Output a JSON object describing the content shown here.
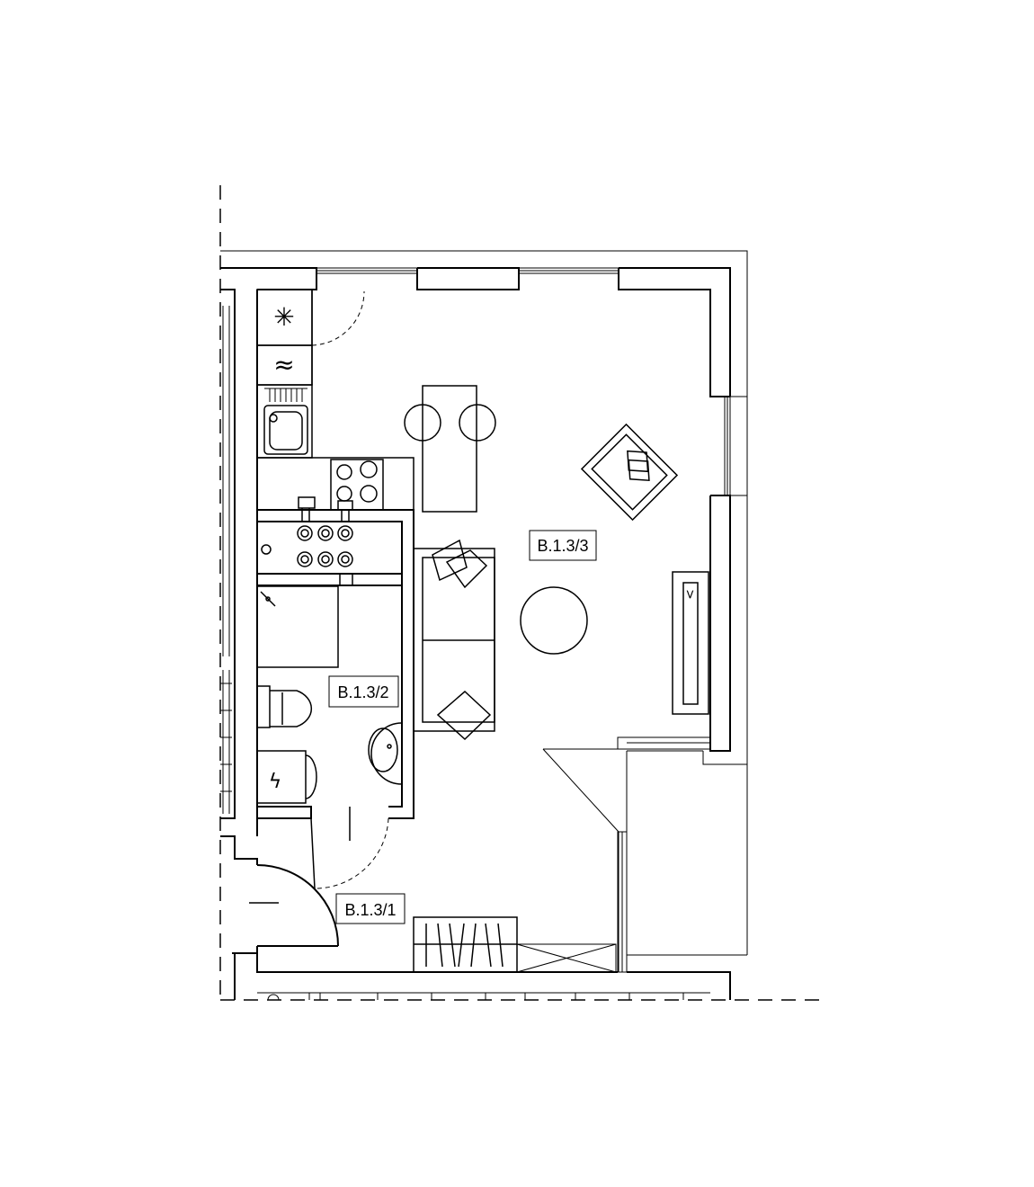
{
  "rooms": [
    {
      "id": "B.1.3/3",
      "label": "B.1.3/3"
    },
    {
      "id": "B.1.3/2",
      "label": "B.1.3/2"
    },
    {
      "id": "B.1.3/1",
      "label": "B.1.3/1"
    }
  ],
  "symbols": {
    "fridge": "✳",
    "washer": "≈",
    "electric": "ϟ",
    "wardrobe_mark": ">"
  },
  "colors": {
    "line": "#000000",
    "wall_fill": "#ffffff",
    "background": "#ffffff"
  }
}
